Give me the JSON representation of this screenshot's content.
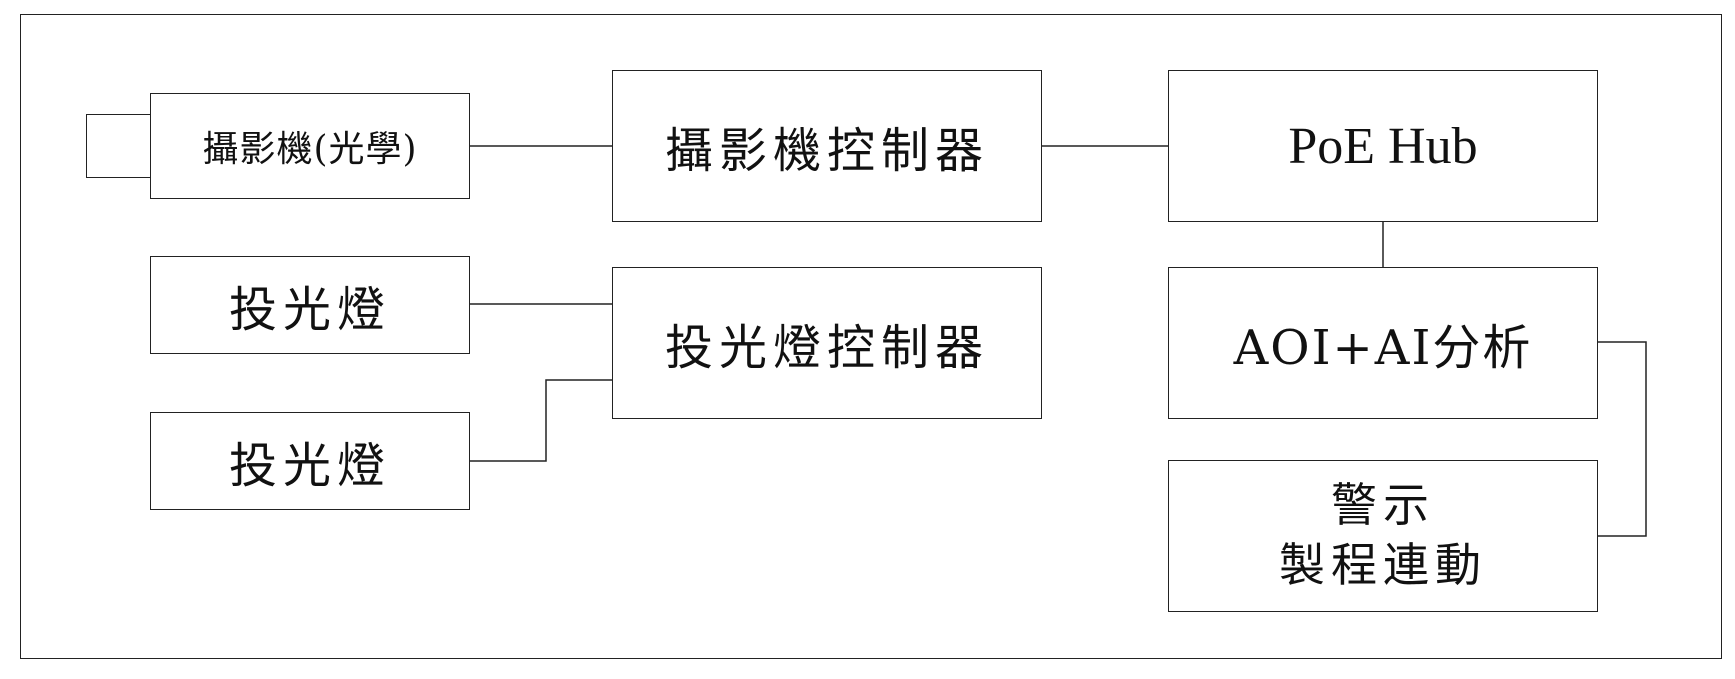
{
  "nodes": {
    "camera": "攝影機(光學)",
    "camera_controller": "攝影機控制器",
    "poe_hub": "PoE Hub",
    "floodlight_1": "投光燈",
    "floodlight_controller": "投光燈控制器",
    "aoi_ai": "AOI+AI分析",
    "floodlight_2": "投光燈",
    "alert_line1": "警示",
    "alert_line2": "製程連動"
  },
  "edges": [
    {
      "from": "camera",
      "to": "camera_controller"
    },
    {
      "from": "camera_controller",
      "to": "poe_hub"
    },
    {
      "from": "poe_hub",
      "to": "aoi_ai"
    },
    {
      "from": "floodlight_1",
      "to": "floodlight_controller"
    },
    {
      "from": "floodlight_2",
      "to": "floodlight_controller"
    },
    {
      "from": "aoi_ai",
      "to": "alert"
    }
  ],
  "colors": {
    "line": "#222222",
    "background": "#ffffff"
  }
}
